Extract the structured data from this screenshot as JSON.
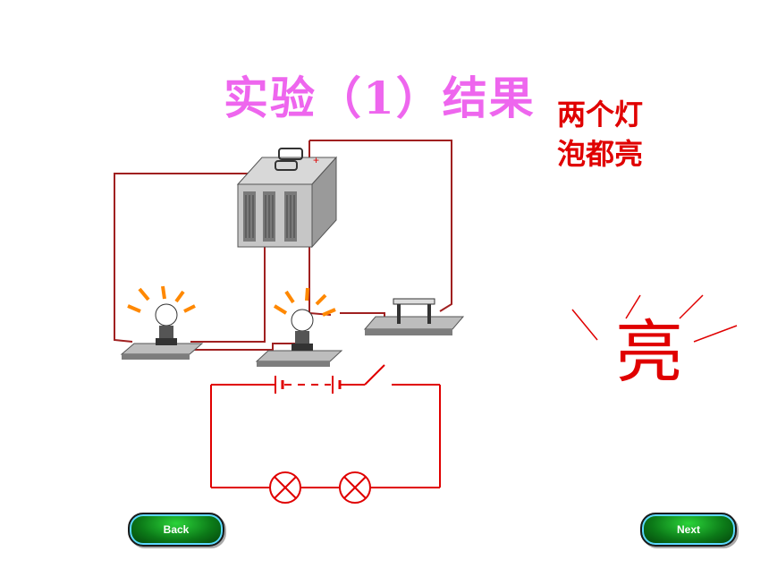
{
  "slide": {
    "title": "实验（1）结果",
    "note_line1": "两个灯",
    "note_line2": "泡都亮",
    "bright_char": "亮"
  },
  "nav": {
    "back_label": "Back",
    "next_label": "Next"
  },
  "colors": {
    "title": "#ee66ee",
    "accent_red": "#e00000",
    "wire": "#a02020",
    "glow": "#ff8800",
    "button_green": "#0c7a18"
  },
  "icons": [
    "battery-icon",
    "bulb-icon",
    "switch-icon",
    "lamp-symbol-icon",
    "cell-symbol-icon"
  ]
}
